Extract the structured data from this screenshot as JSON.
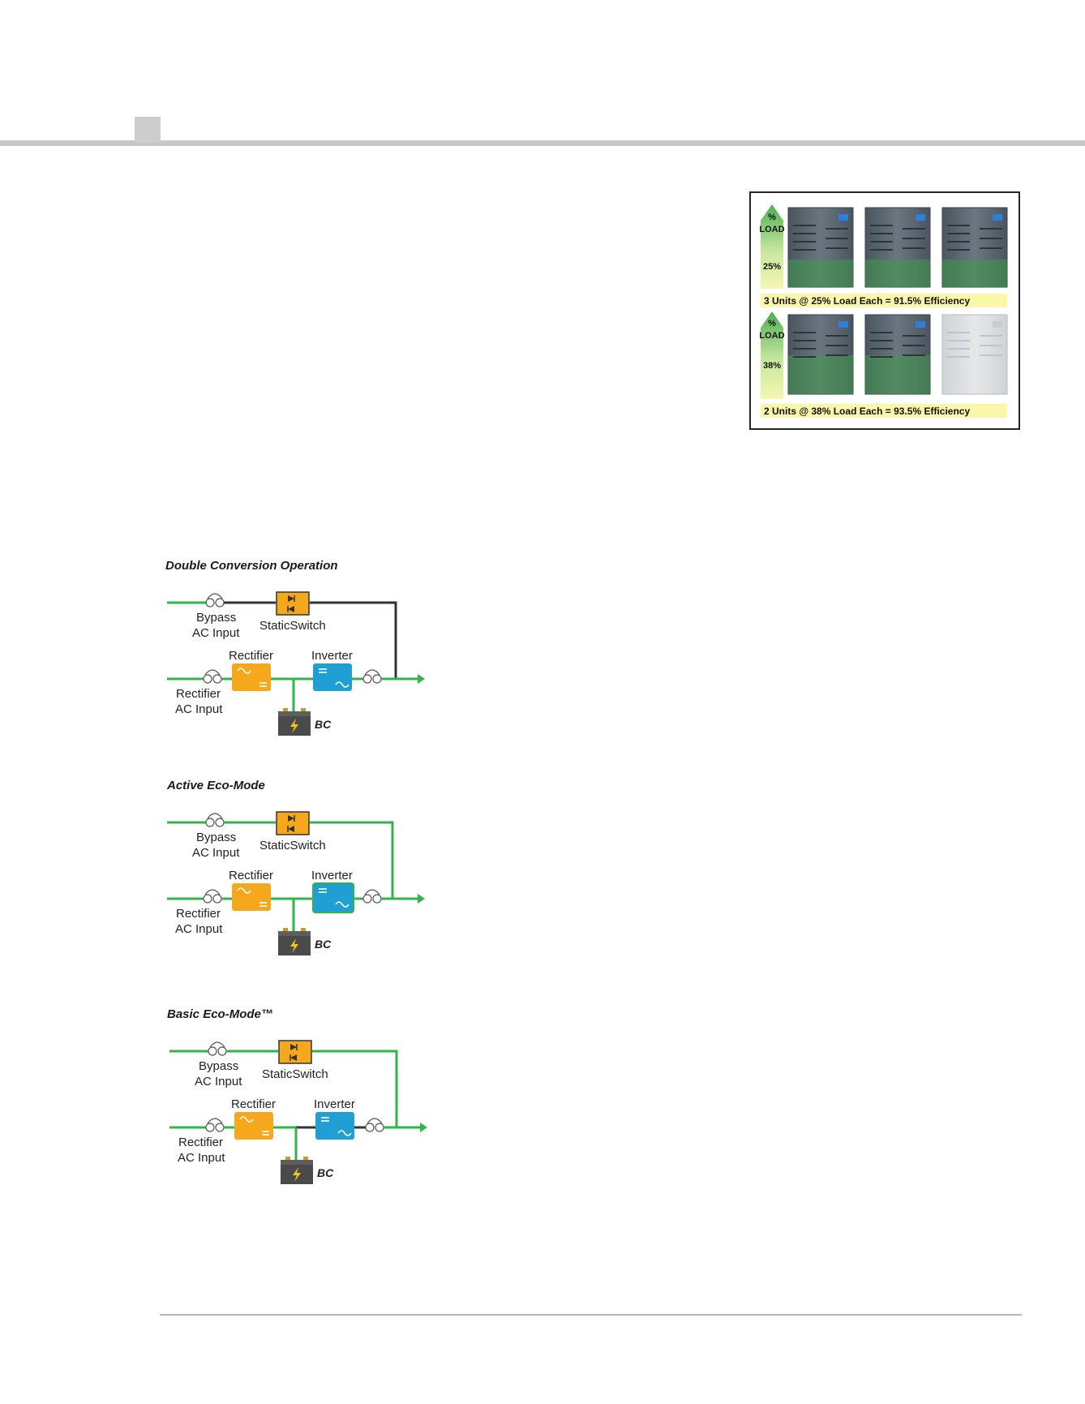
{
  "efficiency_panel": {
    "rows": [
      {
        "axis_label_top": "%",
        "axis_label_bottom": "LOAD",
        "load_label": "25%",
        "caption": "3 Units @ 25% Load Each = 91.5% Efficiency",
        "active_units": 3,
        "total_units": 3
      },
      {
        "axis_label_top": "%",
        "axis_label_bottom": "LOAD",
        "load_label": "38%",
        "caption": "2 Units @ 38% Load Each = 93.5% Efficiency",
        "active_units": 2,
        "total_units": 3
      }
    ]
  },
  "diagrams": [
    {
      "title": "Double Conversion Operation",
      "bypass_label_1": "Bypass",
      "bypass_label_2": "AC Input",
      "static_switch_label": "StaticSwitch",
      "rectifier_label": "Rectifier",
      "inverter_label": "Inverter",
      "rect_input_label_1": "Rectifier",
      "rect_input_label_2": "AC Input",
      "battery_label": "BC"
    },
    {
      "title": "Active Eco-Mode",
      "bypass_label_1": "Bypass",
      "bypass_label_2": "AC Input",
      "static_switch_label": "StaticSwitch",
      "rectifier_label": "Rectifier",
      "inverter_label": "Inverter",
      "rect_input_label_1": "Rectifier",
      "rect_input_label_2": "AC Input",
      "battery_label": "BC"
    },
    {
      "title": "Basic Eco-Mode™",
      "bypass_label_1": "Bypass",
      "bypass_label_2": "AC Input",
      "static_switch_label": "StaticSwitch",
      "rectifier_label": "Rectifier",
      "inverter_label": "Inverter",
      "rect_input_label_1": "Rectifier",
      "rect_input_label_2": "AC Input",
      "battery_label": "BC"
    }
  ],
  "colors": {
    "power_path": "#2fb54a",
    "inactive_path": "#333333",
    "rectifier": "#f6a81c",
    "inverter": "#1f9fd4",
    "caption_band": "#fbf7a8",
    "rule": "#c8c8c8"
  }
}
